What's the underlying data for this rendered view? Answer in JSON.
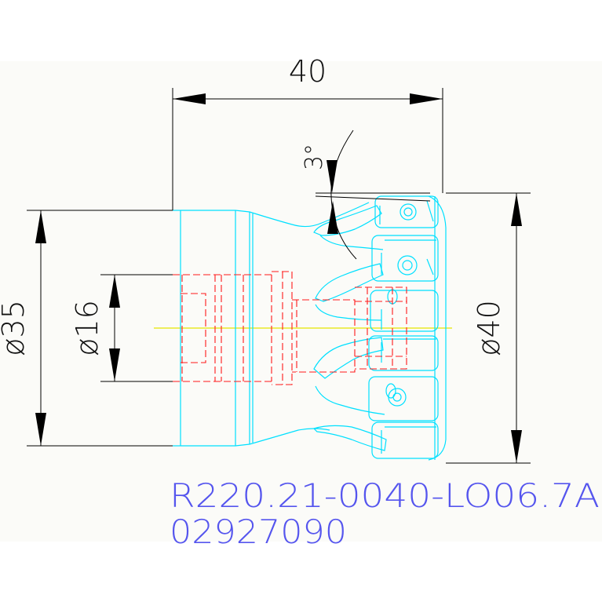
{
  "drawing": {
    "background_color": "#fbfbf8",
    "colors": {
      "dimension": "#000000",
      "outline": "#00e0ff",
      "hidden": "#ff1a1a",
      "centerline": "#e6e600",
      "label": "#5555ee"
    },
    "dimensions": {
      "length": "40",
      "angle": "3°",
      "body_diameter": "ø35",
      "bore_diameter": "ø16",
      "cutting_diameter": "ø40"
    },
    "part_code": "R220.21-0040-LO06.7A",
    "order_number": "02927090"
  }
}
